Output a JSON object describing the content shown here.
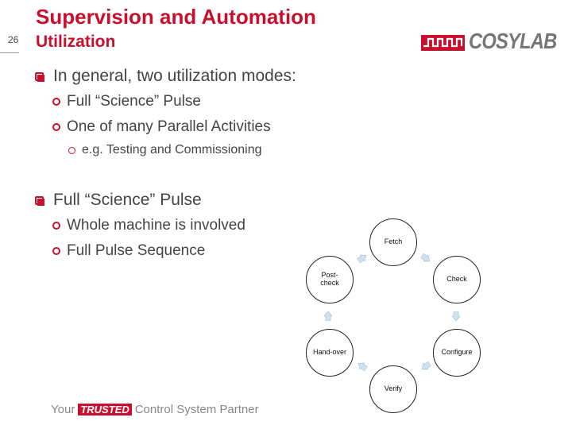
{
  "header": {
    "title": "Supervision and Automation",
    "subtitle": "Utilization",
    "slide_number": "26",
    "logo_text": "COSYLAB"
  },
  "content": {
    "section1": {
      "heading": "In general, two utilization modes:",
      "items": [
        "Full “Science” Pulse",
        "One of many Parallel Activities"
      ],
      "subitem": "e.g. Testing and Commissioning"
    },
    "section2": {
      "heading": "Full “Science” Pulse",
      "items": [
        "Whole machine is involved",
        "Full Pulse Sequence"
      ]
    }
  },
  "cycle": {
    "nodes": [
      "Fetch",
      "Check",
      "Configure",
      "Verify",
      "Hand-over",
      "Post-check"
    ]
  },
  "footer": {
    "prefix": "Your",
    "trusted": "TRUSTED",
    "suffix": "Control System Partner"
  },
  "colors": {
    "accent": "#c8102e",
    "text": "#444444",
    "logo_gray": "#777777"
  }
}
